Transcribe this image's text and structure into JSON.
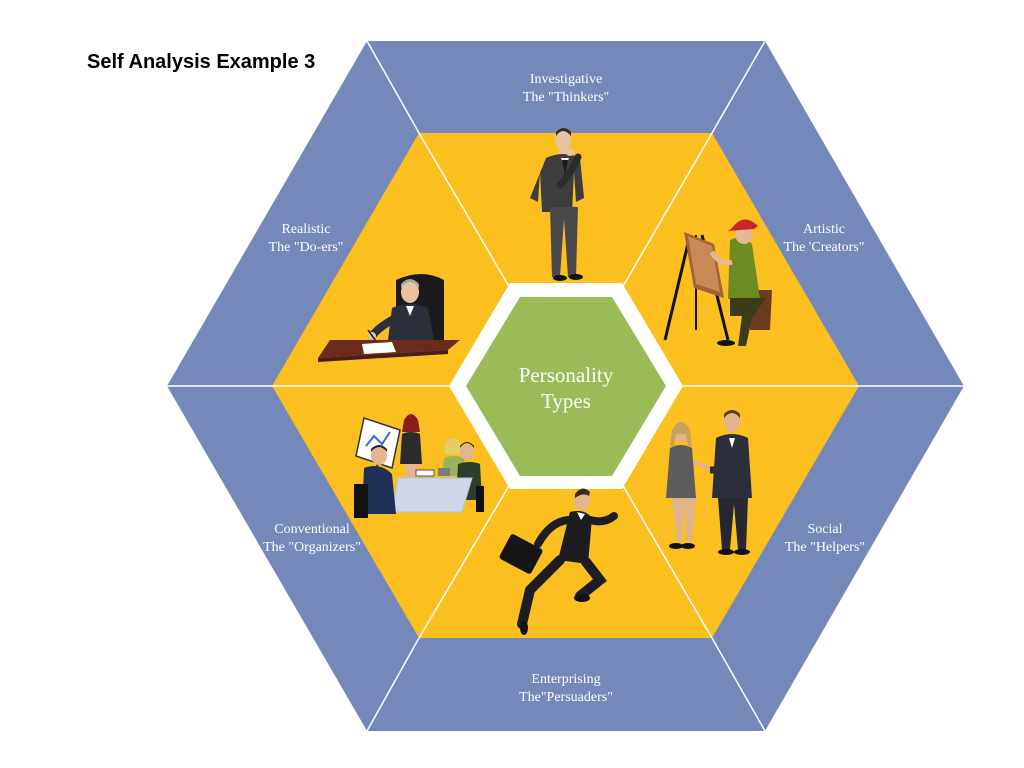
{
  "title": "Self Analysis Example 3",
  "center": {
    "line1": "Personality",
    "line2": "Types"
  },
  "types": [
    {
      "id": "investigative",
      "name": "Investigative",
      "nickname": "The \"Thinkers\""
    },
    {
      "id": "artistic",
      "name": "Artistic",
      "nickname": "The 'Creators\""
    },
    {
      "id": "social",
      "name": "Social",
      "nickname": "The \"Helpers\""
    },
    {
      "id": "enterprising",
      "name": "Enterprising",
      "nickname": "The\"Persuaders\""
    },
    {
      "id": "conventional",
      "name": "Conventional",
      "nickname": "The \"Organizers\""
    },
    {
      "id": "realistic",
      "name": "Realistic",
      "nickname": "The \"Do-ers\""
    }
  ],
  "colors": {
    "outer": "#7489b9",
    "inner": "#fbbf1f",
    "center": "#9bbb59",
    "divider": "#ffffff"
  },
  "illustrations": [
    "thinking-man-icon",
    "painter-at-easel-icon",
    "handshake-icon",
    "running-businessman-icon",
    "meeting-presentation-icon",
    "man-at-desk-icon"
  ]
}
